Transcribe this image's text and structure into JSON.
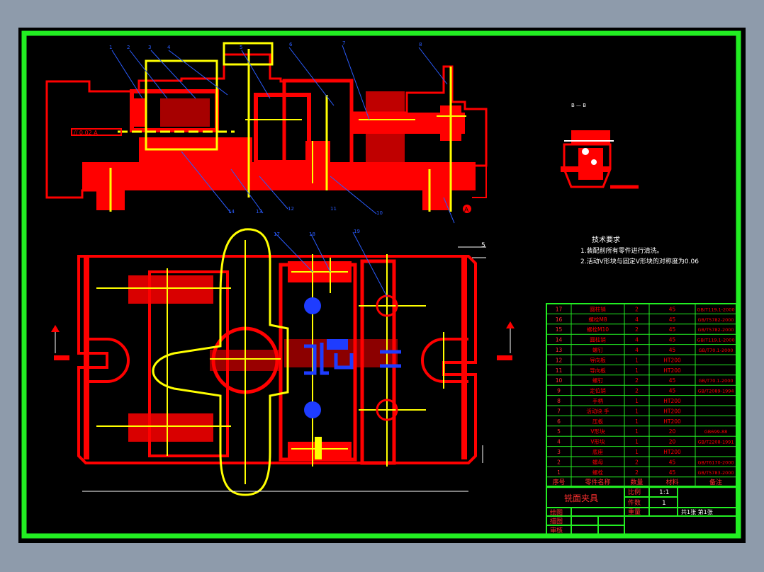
{
  "colors": {
    "background": "#8e9bab",
    "sheet": "#000000",
    "border": "#22ee22",
    "part": "#ff0000",
    "centerline": "#ffff00",
    "hidden": "#1e3cff",
    "leader": "#2a5cff",
    "text": "#ffffff"
  },
  "tolerance": {
    "symbol": "//",
    "value": "0.02",
    "datum": "A"
  },
  "datum_mark": "A",
  "front_view_balloons": [
    "1",
    "2",
    "3",
    "4",
    "5",
    "6",
    "7",
    "8"
  ],
  "front_view_bottom_balloons": [
    "14",
    "13",
    "12",
    "11",
    "10"
  ],
  "plan_view_balloons": [
    "17",
    "18",
    "19"
  ],
  "dimension_5": "5",
  "detail_label": "B — B",
  "tech_requirements": {
    "title": "技术要求",
    "items": [
      "1.装配前所有零件进行清洗。",
      "2.活动V形块与固定V形块的对称度为0.06"
    ]
  },
  "bom": {
    "rows": [
      {
        "no": "17",
        "name": "圆柱销",
        "qty": "2",
        "material": "45",
        "note": "GB/T119.1-2000"
      },
      {
        "no": "16",
        "name": "螺栓M8",
        "qty": "4",
        "material": "45",
        "note": "GB/T5782-2000"
      },
      {
        "no": "15",
        "name": "螺栓M10",
        "qty": "2",
        "material": "45",
        "note": "GB/T5782-2000"
      },
      {
        "no": "14",
        "name": "圆柱销",
        "qty": "4",
        "material": "45",
        "note": "GB/T119.1-2000"
      },
      {
        "no": "13",
        "name": "螺钉",
        "qty": "4",
        "material": "45",
        "note": "GB/T70.1-2000"
      },
      {
        "no": "12",
        "name": "导向板",
        "qty": "1",
        "material": "HT200",
        "note": ""
      },
      {
        "no": "11",
        "name": "导向板",
        "qty": "1",
        "material": "HT200",
        "note": ""
      },
      {
        "no": "10",
        "name": "螺钉",
        "qty": "2",
        "material": "45",
        "note": "GB/T70.1-2000"
      },
      {
        "no": "9",
        "name": "定位销",
        "qty": "2",
        "material": "45",
        "note": "GB/T2089-1994"
      },
      {
        "no": "8",
        "name": "手柄",
        "qty": "1",
        "material": "HT200",
        "note": ""
      },
      {
        "no": "7",
        "name": "活动块 手",
        "qty": "1",
        "material": "HT200",
        "note": ""
      },
      {
        "no": "6",
        "name": "压板",
        "qty": "1",
        "material": "HT200",
        "note": ""
      },
      {
        "no": "5",
        "name": "V形块",
        "qty": "1",
        "material": "20",
        "note": "GB699-88"
      },
      {
        "no": "4",
        "name": "V形块",
        "qty": "1",
        "material": "20",
        "note": "GB/T2208-1991"
      },
      {
        "no": "3",
        "name": "底座",
        "qty": "1",
        "material": "HT200",
        "note": ""
      },
      {
        "no": "2",
        "name": "螺母",
        "qty": "2",
        "material": "45",
        "note": "GB/T6170-2000"
      },
      {
        "no": "1",
        "name": "螺栓",
        "qty": "2",
        "material": "45",
        "note": "GB/T5783-2000"
      }
    ],
    "header": {
      "no": "序号",
      "name": "零件名称",
      "qty": "数量",
      "material": "材料",
      "note": "备注"
    }
  },
  "title_block": {
    "drawing_name": "铣面夹具",
    "scale_label": "比例",
    "scale_value": "1:1",
    "count_label": "件数",
    "count_value": "1",
    "weight_label": "重量",
    "sheet_info": "共1张 第1张",
    "drawn_label": "绘图",
    "design_label": "描图",
    "check_label": "审核"
  }
}
